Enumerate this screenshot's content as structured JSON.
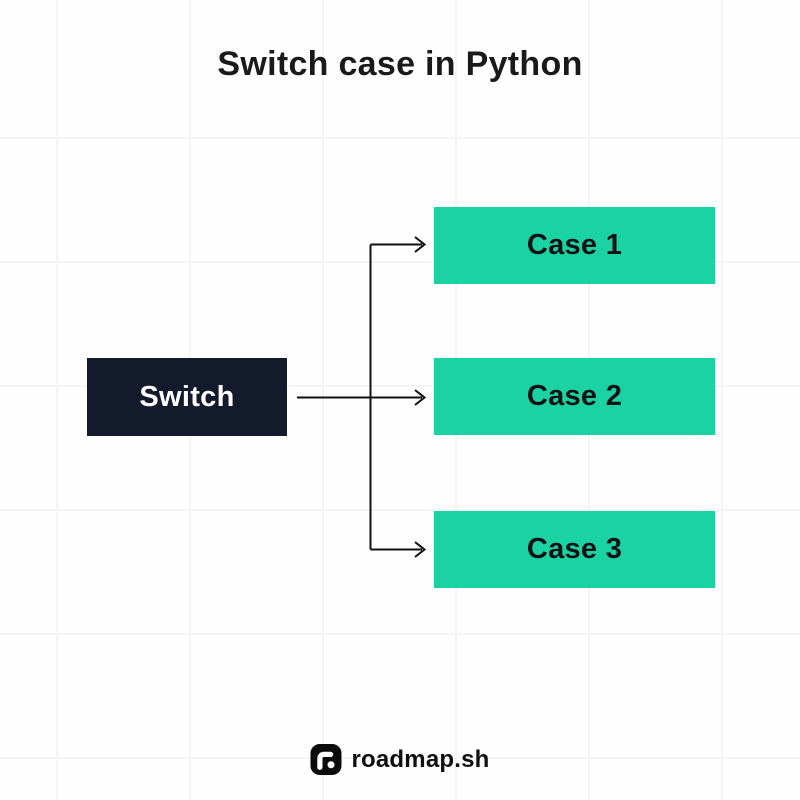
{
  "title": "Switch case in Python",
  "diagram": {
    "switch_label": "Switch",
    "cases": [
      {
        "label": "Case 1"
      },
      {
        "label": "Case 2"
      },
      {
        "label": "Case 3"
      }
    ],
    "edges": [
      {
        "from": "Switch",
        "to": "Case 1"
      },
      {
        "from": "Switch",
        "to": "Case 2"
      },
      {
        "from": "Switch",
        "to": "Case 3"
      }
    ]
  },
  "footer": {
    "brand": "roadmap.sh",
    "logo_icon": "roadmap-r-dot"
  },
  "colors": {
    "background": "#fefefe",
    "grid_line": "#f4f4f4",
    "title_text": "#1a1a1a",
    "switch_bg": "#121a2b",
    "switch_text": "#ffffff",
    "case_bg": "#1bd3a2",
    "case_text": "#0e1116",
    "arrow": "#101010",
    "logo_bg": "#0b0b0b",
    "brand_text": "#0f0f0f"
  }
}
